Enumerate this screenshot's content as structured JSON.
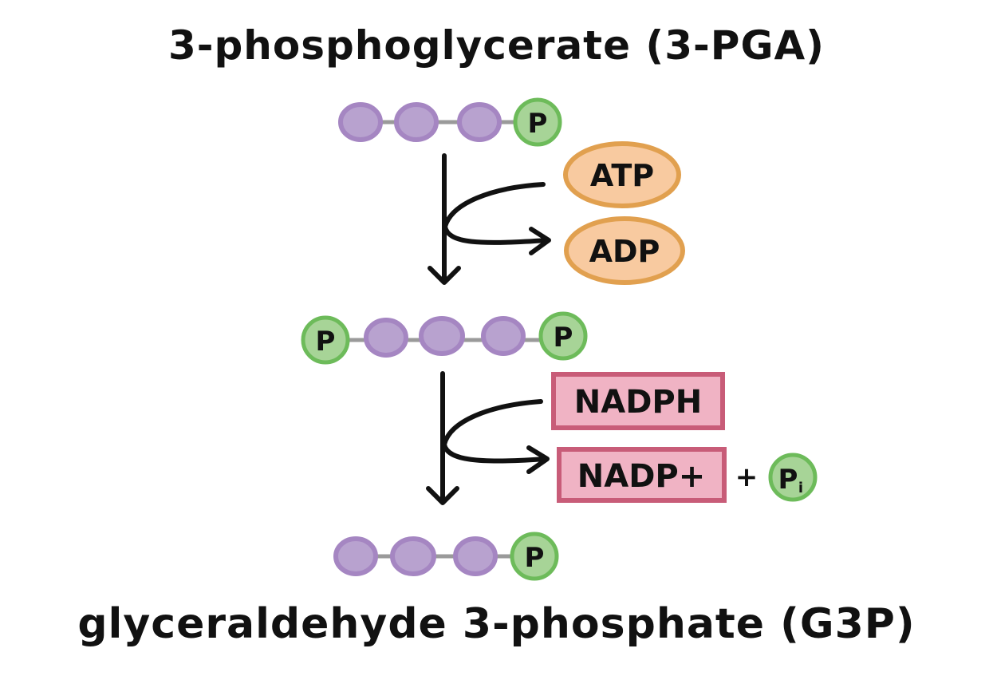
{
  "title_top": "3-phosphoglycerate (3-PGA)",
  "title_bottom": "glyceraldehyde 3-phosphate (G3P)",
  "phosphate_label": "P",
  "step1": {
    "input": "ATP",
    "output": "ADP"
  },
  "step2": {
    "input": "NADPH",
    "output": "NADP+",
    "plus": "+",
    "pi_main": "P",
    "pi_sub": "i"
  },
  "colors": {
    "carbon_fill": "#b8a2cf",
    "carbon_stroke": "#a586c2",
    "phosphate_fill": "#a7d497",
    "phosphate_stroke": "#6dbb5a",
    "atp_fill": "#f8caa0",
    "atp_stroke": "#e1a04f",
    "nadph_fill": "#f0b3c4",
    "nadph_stroke": "#c85c78",
    "bond": "#9a9a9a",
    "ink": "#111111"
  }
}
